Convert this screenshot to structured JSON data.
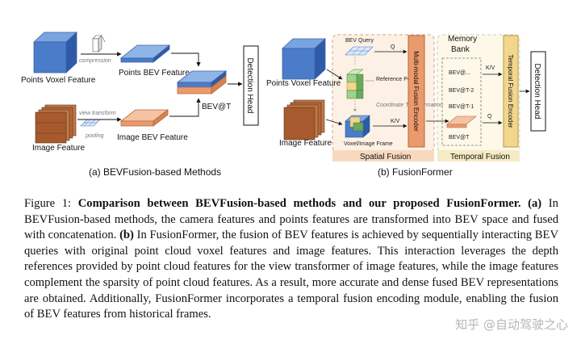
{
  "figure": {
    "left": {
      "points_voxel_feature": "Points Voxel Feature",
      "compression": "compression",
      "points_bev_feature": "Points BEV Feature",
      "bev_at_t": "BEV@T",
      "detection_head": "Detection Head",
      "view_transform": "view transform",
      "pooling": "pooling",
      "image_feature": "Image Feature",
      "image_bev_feature": "Image BEV Feature",
      "subcaption": "(a) BEVFusion-based Methods"
    },
    "right": {
      "points_voxel_feature": "Points Voxel Feature",
      "image_feature": "Image Feature",
      "bev_query": "BEV Query",
      "q": "Q",
      "reference_points": "Reference Points",
      "coordinate_transformation": "Coordinate Transformation",
      "kv": "K/V",
      "voxel_image_frame": "Voxel/Image Frame",
      "multimodal_encoder": "Multi-modal Fusion Encoder",
      "spatial_fusion": "Spatial Fusion",
      "memory_bank": "Memory Bank",
      "bank_items": [
        "BEV@...",
        "BEV@T-2",
        "BEV@T-1",
        "BEV@T"
      ],
      "kv2": "K/V",
      "q2": "Q",
      "temporal_encoder": "Temporal Fusion Encoder",
      "temporal_fusion": "Temporal Fusion",
      "detection_head": "Detection Head",
      "subcaption": "(b) FusionFormer"
    },
    "colors": {
      "voxel_blue": "#4a7cc9",
      "image_brown": "#b5683a",
      "encoder_orange": "#ea9a6c",
      "temporal_yellow": "#f3d68e",
      "bev_peach": "#f0b28e",
      "bev_blue": "#8fb4e6"
    }
  },
  "caption": {
    "figure_label": "Figure 1:",
    "title": "Comparison between BEVFusion-based methods and our proposed FusionFormer.",
    "part_a_label": "(a)",
    "part_a_text": " In BEVFusion-based methods, the camera features and points features are transformed into BEV space and fused with concatenation. ",
    "part_b_label": "(b)",
    "part_b_text": " In FusionFormer, the fusion of BEV features is achieved by sequentially interacting BEV queries with original point cloud voxel features and image features. This interaction leverages the depth references provided by point cloud features for the view transformer of image features, while the image features complement the sparsity of point cloud features. As a result, more accurate and dense fused BEV representations are obtained. Additionally, FusionFormer incorporates a temporal fusion encoding module, enabling the fusion of BEV features from historical frames."
  },
  "watermark": "知乎 @自动驾驶之心"
}
